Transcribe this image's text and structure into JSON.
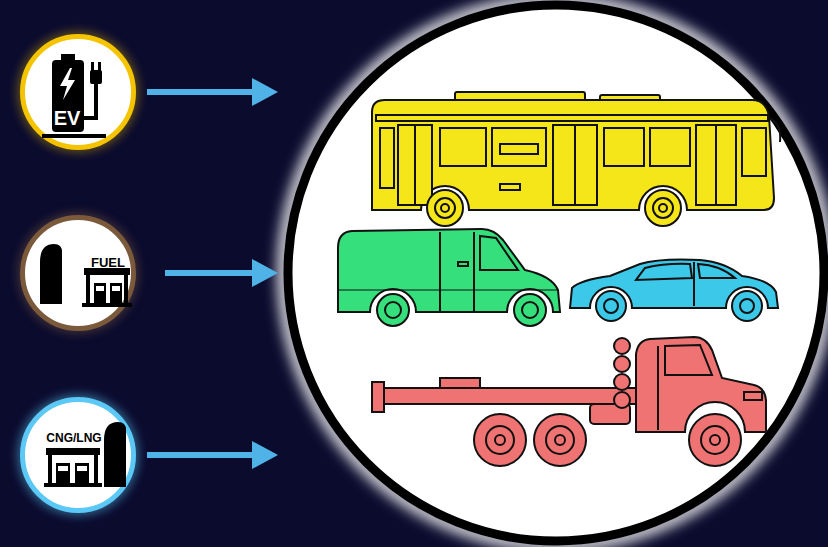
{
  "diagram": {
    "nodes": [
      {
        "text": [
          "EV"
        ]
      },
      {
        "text": [
          "FUEL"
        ]
      },
      {
        "text": [
          "CNG/LNG"
        ]
      }
    ]
  }
}
